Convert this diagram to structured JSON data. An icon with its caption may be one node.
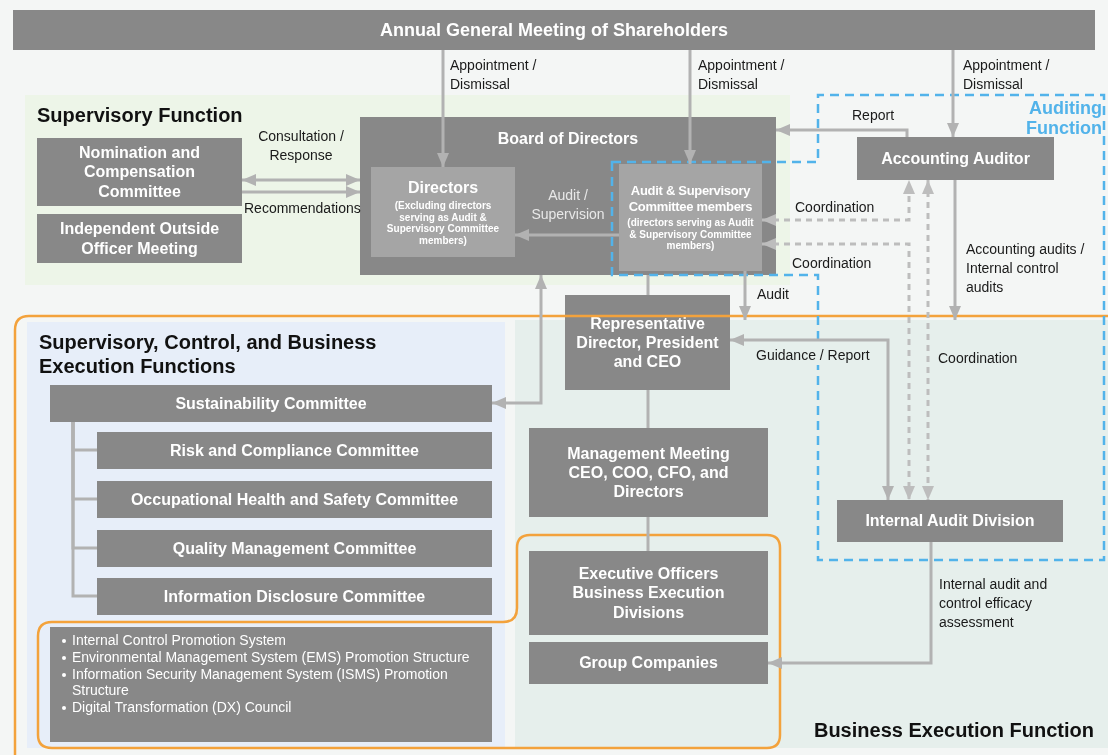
{
  "diagram": {
    "nodes": [
      {
        "text": [
          "Annual General Meeting of Shareholders"
        ]
      },
      {
        "text": [
          "Supervisory Function"
        ]
      },
      {
        "text": [
          "Nomination and Compensation Committee"
        ],
        "in": 1
      },
      {
        "text": [
          "Independent Outside Officer Meeting"
        ],
        "in": 1
      },
      {
        "text": [
          "Board of Directors"
        ],
        "in": 1
      },
      {
        "text": [
          "Directors",
          "(Excluding directors serving as Audit & Supervisory Committee members)"
        ],
        "in": 4
      },
      {
        "text": [
          "Audit & Supervisory Committee members",
          "(directors serving as Audit & Supervisory Committee members)"
        ],
        "in": 4
      },
      {
        "text": [
          "Accounting Auditor"
        ]
      },
      {
        "text": [
          "Supervisory, Control, and Business Execution Functions"
        ]
      },
      {
        "text": [
          "Sustainability Committee"
        ],
        "in": 8
      },
      {
        "text": [
          "Risk and Compliance Committee"
        ],
        "in": 8
      },
      {
        "text": [
          "Occupational Health and Safety Committee"
        ],
        "in": 8
      },
      {
        "text": [
          "Quality Management Committee"
        ],
        "in": 8
      },
      {
        "text": [
          "Information Disclosure Committee"
        ],
        "in": 8
      },
      {
        "text": [
          "Internal Control Promotion System",
          "Environmental Management System (EMS) Promotion Structure",
          "Information Security Management System (ISMS) Promotion Structure",
          "Digital Transformation (DX) Council"
        ],
        "in": 8
      },
      {
        "text": [
          "Business Execution Function"
        ]
      },
      {
        "text": [
          "Representative Director, President and CEO"
        ]
      },
      {
        "text": [
          "Management Meeting",
          "CEO, COO, CFO, and Directors"
        ],
        "in": 15
      },
      {
        "text": [
          "Executive Officers",
          "Business Execution Divisions"
        ],
        "in": 15
      },
      {
        "text": [
          "Group Companies"
        ],
        "in": 15
      },
      {
        "text": [
          "Internal Audit Division"
        ],
        "in": 15
      }
    ],
    "edges": [
      {
        "from": 0,
        "to": 5,
        "arrow": "to",
        "label": "Appointment / Dismissal"
      },
      {
        "from": 0,
        "to": 6,
        "arrow": "to",
        "label": "Appointment / Dismissal"
      },
      {
        "from": 0,
        "to": 7,
        "arrow": "to",
        "label": "Appointment / Dismissal"
      },
      {
        "from": 2,
        "to": 4,
        "arrow": "both",
        "label": "Consultation / Response"
      },
      {
        "from": 2,
        "to": 4,
        "arrow": "to",
        "label": "Recommendations"
      },
      {
        "from": 6,
        "to": 5,
        "arrow": "to",
        "label": "Audit / Supervision"
      },
      {
        "from": 7,
        "to": 4,
        "arrow": "to",
        "label": "Report"
      },
      {
        "from": 6,
        "to": 7,
        "arrow": "both",
        "label": "Coordination",
        "style": "dashed"
      },
      {
        "from": 6,
        "to": 20,
        "arrow": "both",
        "label": "Coordination",
        "style": "dashed"
      },
      {
        "from": 7,
        "to": 20,
        "arrow": "both",
        "label": "Coordination",
        "style": "dashed"
      },
      {
        "from": 7,
        "to": 15,
        "arrow": "to",
        "label": "Accounting audits / Internal control audits"
      },
      {
        "from": 6,
        "to": 15,
        "arrow": "to",
        "label": "Audit"
      },
      {
        "from": 16,
        "to": 20,
        "arrow": "both",
        "label": "Guidance / Report"
      },
      {
        "from": 4,
        "to": 9,
        "arrow": "both"
      },
      {
        "from": 4,
        "to": 16,
        "arrow": "none"
      },
      {
        "from": 16,
        "to": 17,
        "arrow": "none"
      },
      {
        "from": 17,
        "to": 18,
        "arrow": "none"
      },
      {
        "from": 9,
        "to": 10,
        "arrow": "none"
      },
      {
        "from": 9,
        "to": 11,
        "arrow": "none"
      },
      {
        "from": 9,
        "to": 12,
        "arrow": "none"
      },
      {
        "from": 9,
        "to": 13,
        "arrow": "none"
      },
      {
        "from": 20,
        "to": 19,
        "arrow": "to",
        "label": "Internal audit and control efficacy assessment"
      }
    ],
    "labels": [
      "Auditing Function"
    ]
  }
}
